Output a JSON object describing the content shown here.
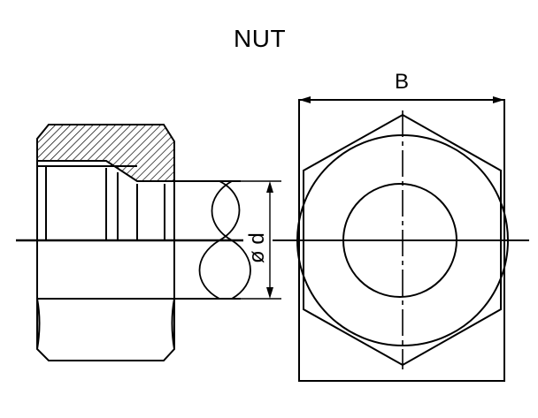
{
  "drawing": {
    "title": "NUT",
    "dimension_width_label": "B",
    "dimension_diameter_label": "ø d"
  },
  "colors": {
    "line": "#000000",
    "background": "#ffffff"
  }
}
